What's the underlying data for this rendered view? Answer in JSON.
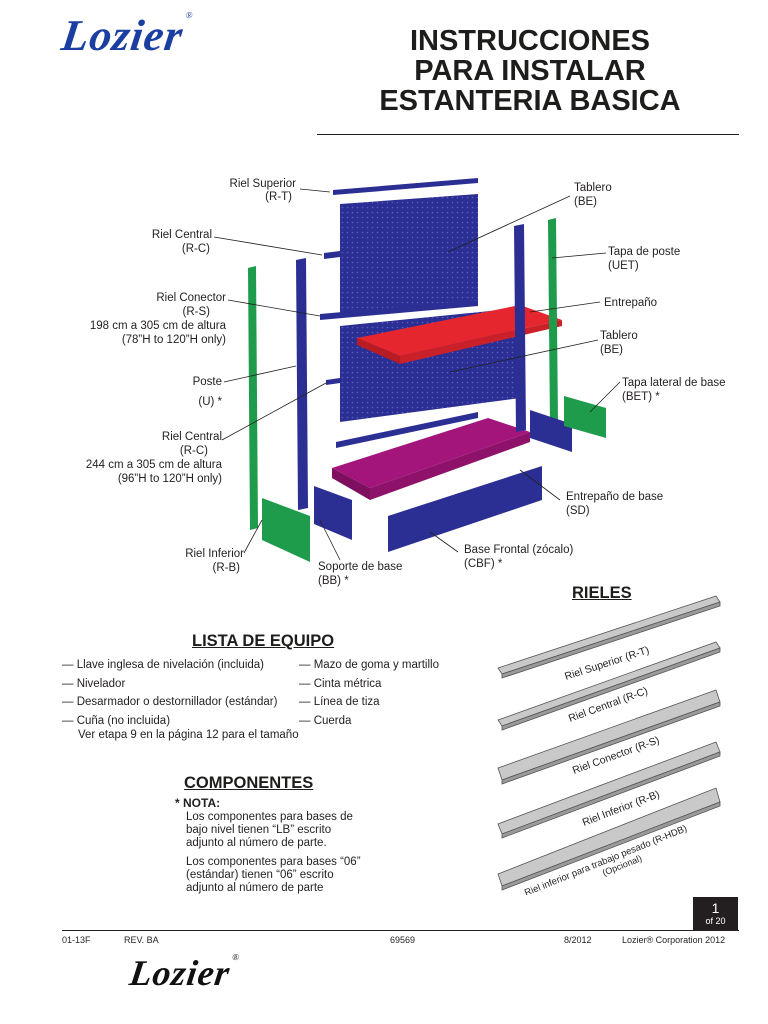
{
  "brand": {
    "logo_text": "Lozier",
    "logo_reg": "®"
  },
  "title": [
    "INSTRUCCIONES",
    "PARA INSTALAR",
    "ESTANTERIA BASICA"
  ],
  "labels": {
    "riel_superior": "Riel Superior",
    "riel_superior_code": "(R-T)",
    "riel_central": "Riel Central",
    "riel_central_code": "(R-C)",
    "riel_conector": "Riel Conector",
    "riel_conector_code": "(R-S)",
    "riel_conector_h1": "198 cm a 305 cm de altura",
    "riel_conector_h2": "(78”H to 120”H only)",
    "poste": "Poste",
    "poste_code": "(U) *",
    "riel_central2": "Riel Central",
    "riel_central2_code": "(R-C)",
    "riel_central2_h1": "244 cm a 305 cm de altura",
    "riel_central2_h2": "(96”H to 120”H only)",
    "riel_inferior": "Riel Inferior",
    "riel_inferior_code": "(R-B)",
    "soporte_base": "Soporte de base",
    "soporte_base_code": "(BB)  *",
    "base_frontal": "Base Frontal (zócalo)",
    "base_frontal_code": "(CBF) *",
    "entrepano_base": "Entrepaño de base",
    "entrepano_base_code": "(SD)",
    "tapa_lateral": "Tapa lateral de base",
    "tapa_lateral_code": "(BET) *",
    "tablero2": "Tablero",
    "tablero2_code": "(BE)",
    "entrepano": "Entrepaño",
    "tapa_poste": "Tapa de poste",
    "tapa_poste_code": "(UET)",
    "tablero": "Tablero",
    "tablero_code": "(BE)"
  },
  "rieles": {
    "heading": "RIELES",
    "items": [
      "Riel Superior (R-T)",
      "Riel Central (R-C)",
      "Riel Conector (R-S)",
      "Riel Inferior (R-B)",
      "Riel inferior para trabajo pesado (R-HDB)"
    ],
    "optional": "(Opcional)"
  },
  "equipo": {
    "heading": "LISTA DE EQUIPO",
    "left": [
      "— Llave inglesa de nivelación (incluida)",
      "— Nivelador",
      "— Desarmador o destornillador (estándar)",
      "— Cuña (no incluida)"
    ],
    "left_extra": "Ver etapa 9 en la página 12 para el tamaño",
    "right": [
      "— Mazo de goma y martillo",
      "— Cinta métrica",
      "— Línea de tiza",
      "— Cuerda"
    ]
  },
  "componentes": {
    "heading": "COMPONENTES",
    "star": "*",
    "nota": "NOTA:",
    "p1": [
      "Los componentes para bases de",
      "bajo nivel tienen “LB” escrito",
      "adjunto al número de parte."
    ],
    "p2": [
      "Los componentes para bases “06”",
      "(estándar) tienen “06” escrito",
      "adjunto al número de parte"
    ]
  },
  "page": {
    "number": "1",
    "of": "of 20"
  },
  "footer": {
    "code": "01-13F",
    "rev": "REV. BA",
    "part": "69569",
    "date": "8/2012",
    "corp": "Lozier® Corporation 2012"
  },
  "colors": {
    "blue": "#2b2f94",
    "red": "#e5262f",
    "magenta": "#a3157b",
    "green": "#1e9b4b",
    "logo": "#1b3fa0"
  }
}
